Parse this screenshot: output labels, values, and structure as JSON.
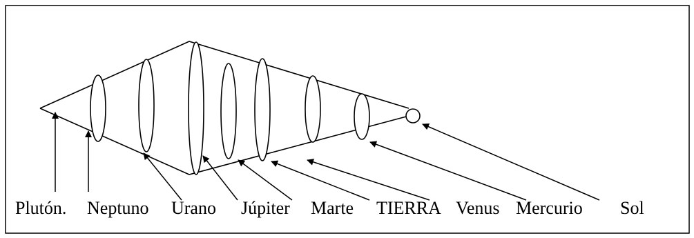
{
  "diagram": {
    "planets": [
      {
        "id": "pluton",
        "label": "Plutón."
      },
      {
        "id": "neptuno",
        "label": "Neptuno"
      },
      {
        "id": "urano",
        "label": "Urano"
      },
      {
        "id": "jupiter",
        "label": "Júpiter"
      },
      {
        "id": "marte",
        "label": "Marte"
      },
      {
        "id": "tierra",
        "label": "TIERRA"
      },
      {
        "id": "venus",
        "label": "Venus"
      },
      {
        "id": "mercurio",
        "label": "Mercurio"
      },
      {
        "id": "sol",
        "label": "Sol"
      }
    ],
    "colors": {
      "line": "#000000",
      "background": "#ffffff"
    }
  }
}
